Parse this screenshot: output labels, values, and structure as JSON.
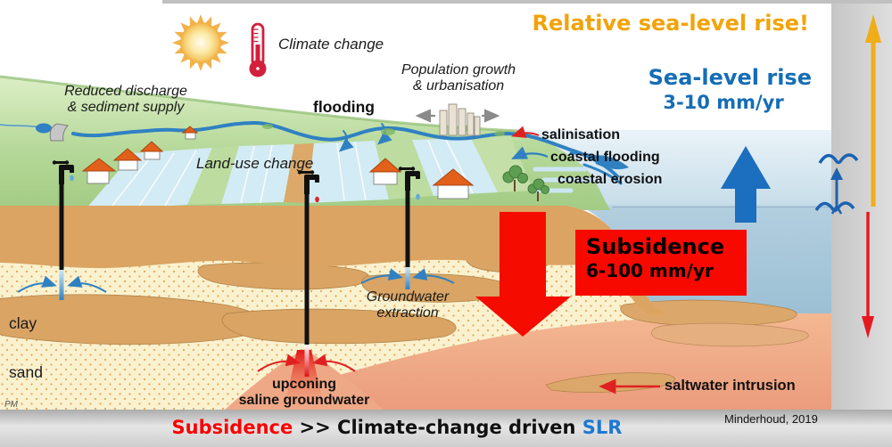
{
  "slide": {
    "title": "Relative sea-level rise!",
    "attribution": "Minderhoud, 2019",
    "author_initials": "PM"
  },
  "drivers": {
    "climate_change": "Climate change",
    "reduced_discharge": [
      "Reduced discharge",
      "& sediment supply"
    ],
    "population": [
      "Population growth",
      "& urbanisation"
    ],
    "land_use_change": "Land-use change",
    "groundwater_extraction": [
      "Groundwater",
      "extraction"
    ]
  },
  "effects": {
    "flooding": "flooding",
    "salinisation": "salinisation",
    "coastal_flooding": "coastal flooding",
    "coastal_erosion": "coastal erosion",
    "upconing": [
      "upconing",
      "saline groundwater"
    ],
    "saltwater_intrusion": "saltwater intrusion"
  },
  "sea_level": {
    "label": "Sea-level rise",
    "rate": "3-10 mm/yr"
  },
  "subsidence": {
    "label": "Subsidence",
    "rate": "6-100 mm/yr"
  },
  "layers": {
    "clay": "clay",
    "sand": "sand"
  },
  "caption": {
    "subsidence": "Subsidence",
    "middle": " >> Climate-change driven ",
    "slr": "SLR"
  },
  "colors": {
    "title_orange": "#F2A30A",
    "sea_text_blue": "#156DB5",
    "caption_red": "#FB0000",
    "caption_slr_blue": "#1D79D2",
    "alert_red": "#F50B00",
    "arrow_blue": "#1B6FBE",
    "margin_orange_arrow": "#EFAD18",
    "margin_red_arrow": "#E51A20"
  },
  "icons": [
    "sun-icon",
    "thermometer-icon",
    "dam-icon",
    "house-icon",
    "city-buildings-icon",
    "tap-icon",
    "water-drop-icon",
    "mangrove-tree-icon",
    "wave-depth-icon"
  ]
}
